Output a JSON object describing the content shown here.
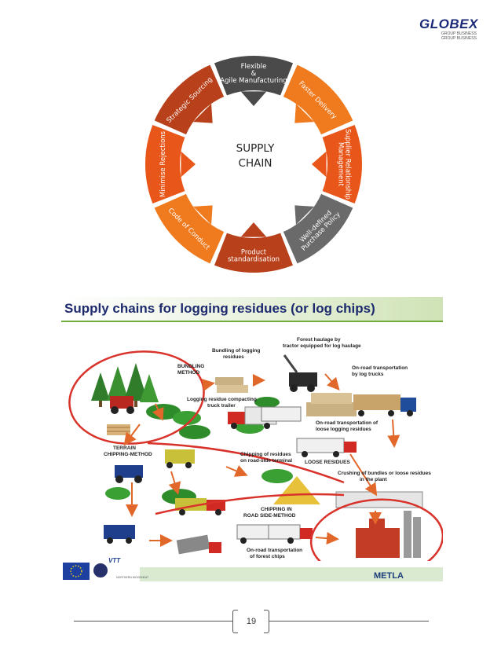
{
  "logo": {
    "main": "GLOBEX",
    "sub_line1": "GROUP BUSINESS",
    "sub_line2": "GROUP BUSINESS"
  },
  "wheel": {
    "center_line1": "SUPPLY",
    "center_line2": "CHAIN",
    "segments": [
      {
        "lines": [
          "Flexible",
          "&",
          "Agile Manufacturing"
        ],
        "color": "#4a4a4a"
      },
      {
        "lines": [
          "Faster Delivery"
        ],
        "color": "#f07a1e"
      },
      {
        "lines": [
          "Supplier Relationship",
          "Management"
        ],
        "color": "#e8561a"
      },
      {
        "lines": [
          "Well-defined",
          "Purchase Policy"
        ],
        "color": "#6a6a6a"
      },
      {
        "lines": [
          "Product",
          "standardisation"
        ],
        "color": "#b8401a"
      },
      {
        "lines": [
          "Code of Conduct"
        ],
        "color": "#f07a1e"
      },
      {
        "lines": [
          "Minimise Rejections"
        ],
        "color": "#e8561a"
      },
      {
        "lines": [
          "Strategic Sourcing"
        ],
        "color": "#b8401a"
      }
    ]
  },
  "section_title": "Supply chains for logging residues (or log chips)",
  "diagram": {
    "labels": {
      "bundling_method": [
        "BUNDLING",
        "METHOD"
      ],
      "bundling_of_residues": [
        "Bundling of logging",
        "residues"
      ],
      "forest_haulage": [
        "Forest haulage by",
        "tractor equipped for log haulage"
      ],
      "on_road_log_trucks": [
        "On-road transportation",
        "by log trucks"
      ],
      "compacting": [
        "Logging residue compacting",
        "truck trailer"
      ],
      "on_road_loose": [
        "On-road transportation of",
        "loose logging residues"
      ],
      "terrain_chipping": [
        "TERRAIN",
        "CHIPPING-METHOD"
      ],
      "chipping_roadside_terminal": [
        "Chipping of residues",
        "on road-side terminal"
      ],
      "loose_residues": [
        "LOOSE RESIDUES"
      ],
      "crushing": [
        "Crushing of bundles or loose residues",
        "in the plant"
      ],
      "chipping_road_side": [
        "CHIPPING IN",
        "ROAD SIDE-METHOD"
      ],
      "on_road_chips": [
        "On-road transportation",
        "of forest chips"
      ],
      "vtt": "VTT",
      "northern_periphery": "Northern Periphery",
      "northern_woodheat": "NORTHERN WOODHEAT",
      "metla": "METLA"
    }
  },
  "footer": {
    "page_number": "19"
  }
}
